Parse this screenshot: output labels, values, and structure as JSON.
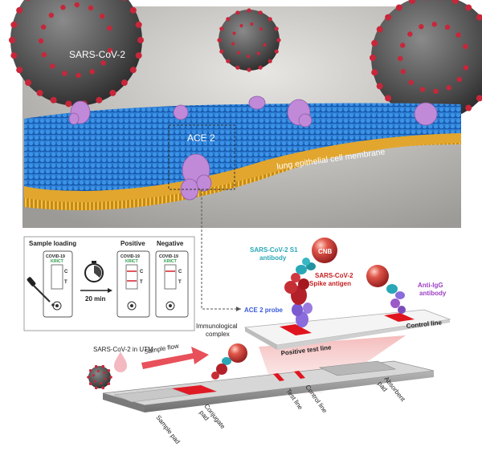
{
  "top": {
    "virus_label": "SARS-CoV-2",
    "receptor_label": "ACE 2",
    "membrane_label": "lung epithelial cell membrane"
  },
  "workflow": {
    "sample_loading": "Sample loading",
    "positive": "Positive",
    "negative": "Negative",
    "time": "20 min",
    "cassette_title": "COVID-19",
    "cassette_brand": "KRICT",
    "c_mark": "C",
    "t_mark": "T"
  },
  "probe": {
    "cnb": "CNB",
    "s1_antibody_line1": "SARS-CoV-2 S1",
    "s1_antibody_line2": "antibody",
    "spike_line1": "SARS-CoV-2",
    "spike_line2": "Spike antigen",
    "anti_igg_line1": "Anti-IgG",
    "anti_igg_line2": "antibody",
    "ace2_probe": "ACE 2 probe",
    "control_line": "Control line",
    "positive_test_line": "Positive test line"
  },
  "strip": {
    "utm": "SARS-CoV-2 in UTM",
    "complex_line1": "Immunological",
    "complex_line2": "complex",
    "sample_flow": "Sample flow",
    "sample_pad": "Sample pad",
    "conjugate_line1": "Conjugate",
    "conjugate_line2": "pad",
    "test_line": "Test line",
    "control_line": "Control line",
    "absorbent_line1": "Absorbent",
    "absorbent_line2": "pad"
  },
  "colors": {
    "membrane_blue": "#1f6fc4",
    "lipid_orange": "#d99a1c",
    "virus_red": "#c0283a",
    "ace2_violet": "#c08ad8",
    "line_red": "#e0141e",
    "antibody_cyan": "#2aa7b6",
    "label_blue": "#3a5bd9",
    "label_red": "#c41e1e",
    "label_violet": "#9b3fc4"
  }
}
